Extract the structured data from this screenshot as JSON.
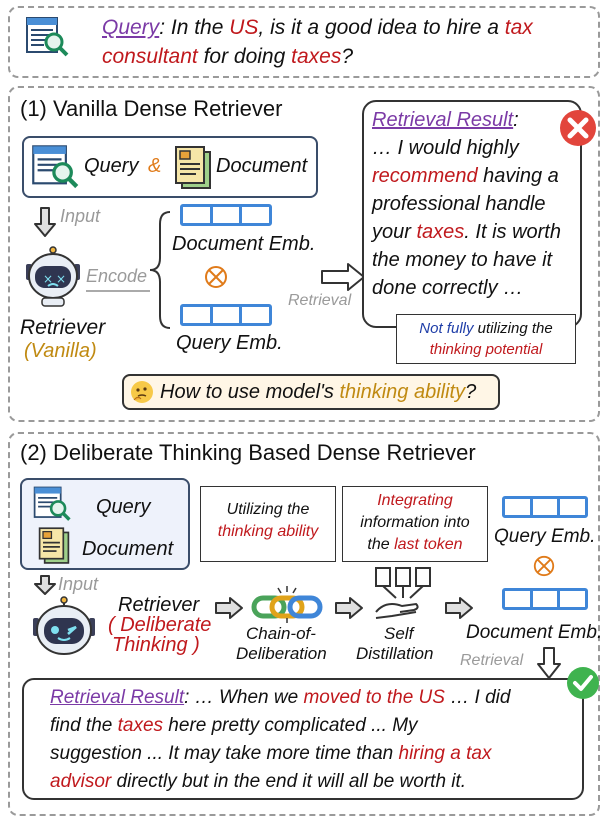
{
  "top": {
    "query_label": "Query",
    "query_text_1": ": In the ",
    "query_us": "US",
    "query_text_2": ", is it a good idea to hire a ",
    "query_tax": "tax",
    "query_consultant": "consultant",
    "query_text_3": " for doing ",
    "query_taxes": "taxes",
    "query_end": "?"
  },
  "panel1": {
    "title": "(1) Vanilla Dense Retriever",
    "query_word": "Query",
    "amp": "&",
    "document_word": "Document",
    "input_label": "Input",
    "encode_label": "Encode",
    "retriever_label": "Retriever",
    "retriever_type": "(Vanilla)",
    "doc_emb": "Document Emb.",
    "query_emb": "Query Emb.",
    "retrieval_label": "Retrieval",
    "result_title": "Retrieval Result",
    "result_colon": ":",
    "result_l1": "… I would highly",
    "result_l2a": "recommend",
    "result_l2b": " having a",
    "result_l3": "professional handle",
    "result_l4a": "your ",
    "result_l4b": "taxes",
    "result_l4c": ". It is worth",
    "result_l5": "the money to have it",
    "result_l6": "done correctly …",
    "note_a": "Not fully",
    "note_b": " utilizing the",
    "note_c": "thinking potential",
    "question_a": "How to use model's ",
    "question_b": "thinking ability",
    "question_c": "?"
  },
  "panel2": {
    "title": "(2) Deliberate Thinking Based Dense Retriever",
    "query_word": "Query",
    "document_word": "Document",
    "input_label": "Input",
    "retriever_label": "Retriever",
    "retriever_type_1": "( Deliberate",
    "retriever_type_2": "Thinking )",
    "note1_a": "Utilizing the",
    "note1_b": "thinking ability",
    "note2_a": "Integrating",
    "note2_b": "information into",
    "note2_c": "the ",
    "note2_d": "last token",
    "cod_1": "Chain-of-",
    "cod_2": "Deliberation",
    "sd_1": "Self",
    "sd_2": "Distillation",
    "query_emb": "Query Emb.",
    "doc_emb": "Document Emb.",
    "retrieval_label": "Retrieval",
    "result_title": "Retrieval Result",
    "r1a": ": … When we ",
    "r1b": "moved to the US",
    "r1c": " … I did",
    "r2a": "find the ",
    "r2b": "taxes",
    "r2c": " here pretty complicated ... My",
    "r3a": "suggestion ... It may take more time than ",
    "r3b": "hiring a tax",
    "r4a": "advisor",
    "r4b": " directly but in the end it will all be worth it."
  },
  "colors": {
    "red": "#c0191d",
    "blue": "#3f86d8",
    "gold": "#c08a12",
    "purple": "#7b3aa6"
  }
}
